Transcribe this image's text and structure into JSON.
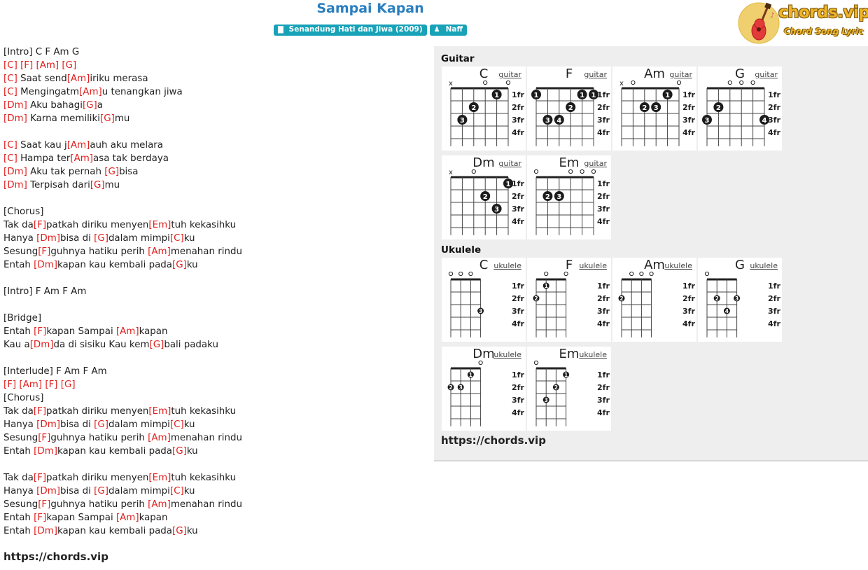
{
  "header": {
    "title": "Sampai Kapan",
    "album_badge": "Senandung Hati dan Jiwa (2009)",
    "artist_badge": "Naff"
  },
  "logo": {
    "text": "chords.vip",
    "subtitle": "Chord Song Lyric"
  },
  "lyrics": [
    "[Intro] C F Am G",
    "{C} {F} {Am} {G}",
    "{C} Saat send{Am}iriku merasa",
    "{C} Mengingatm{Am}u tenangkan jiwa",
    "{Dm} Aku bahagi{G}a",
    "{Dm} Karna memiliki{G}mu",
    "",
    "{C} Saat kau j{Am}auh aku melara",
    "{C} Hampa ter{Am}asa tak berdaya",
    "{Dm} Aku tak pernah {G}bisa",
    "{Dm} Terpisah dari{G}mu",
    "",
    "[Chorus]",
    "Tak da{F}patkah diriku menyen{Em}tuh kekasihku",
    "Hanya {Dm}bisa di {G}dalam mimpi{C}ku",
    "Sesung{F}guhnya hatiku perih {Am}menahan rindu",
    "Entah {Dm}kapan kau kembali pada{G}ku",
    "",
    "[Intro] F Am F Am",
    "",
    "[Bridge]",
    "Entah {F}kapan Sampai {Am}kapan",
    "Kau a{Dm}da di sisiku Kau kem{G}bali padaku",
    "",
    "[Interlude] F Am F Am",
    "{F} {Am} {F} {G}",
    "[Chorus]",
    "Tak da{F}patkah diriku menyen{Em}tuh kekasihku",
    "Hanya {Dm}bisa di {G}dalam mimpi{C}ku",
    "Sesung{F}guhnya hatiku perih {Am}menahan rindu",
    "Entah {Dm}kapan kau kembali pada{G}ku",
    "",
    "Tak da{F}patkah diriku menyen{Em}tuh kekasihku",
    "Hanya {Dm}bisa di {G}dalam mimpi{C}ku",
    "Sesung{F}guhnya hatiku perih {Am}menahan rindu",
    "Entah {F}kapan Sampai {Am}kapan",
    "Entah {Dm}kapan kau kembali pada{G}ku"
  ],
  "footer_url": "https://chords.vip",
  "panel": {
    "guitar_label": "Guitar",
    "ukulele_label": "Ukulele",
    "url": "https://chords.vip",
    "fret_labels": [
      "1fr",
      "2fr",
      "3fr",
      "4fr"
    ]
  },
  "guitar_chords": [
    {
      "name": "C",
      "link": "guitar",
      "markers": [
        "x",
        "",
        "",
        "o",
        "",
        "o"
      ],
      "dots": [
        [
          5,
          1,
          "1"
        ],
        [
          3,
          2,
          "2"
        ],
        [
          2,
          3,
          "3"
        ]
      ],
      "barre": null
    },
    {
      "name": "F",
      "link": "guitar",
      "markers": [
        "",
        "",
        "",
        "",
        "",
        ""
      ],
      "dots": [
        [
          1,
          1,
          "1"
        ],
        [
          5,
          1,
          "1"
        ],
        [
          6,
          1,
          "1"
        ],
        [
          4,
          2,
          "2"
        ],
        [
          2,
          3,
          "3"
        ],
        [
          3,
          3,
          "4"
        ]
      ],
      "barre": [
        1,
        6
      ]
    },
    {
      "name": "Am",
      "link": "guitar",
      "markers": [
        "x",
        "o",
        "",
        "",
        "",
        "o"
      ],
      "dots": [
        [
          5,
          1,
          "1"
        ],
        [
          3,
          2,
          "2"
        ],
        [
          4,
          2,
          "3"
        ]
      ],
      "barre": null
    },
    {
      "name": "G",
      "link": "guitar",
      "markers": [
        "",
        "",
        "o",
        "o",
        "o",
        ""
      ],
      "dots": [
        [
          2,
          2,
          "2"
        ],
        [
          1,
          3,
          "3"
        ],
        [
          6,
          3,
          "4"
        ]
      ],
      "barre": null
    },
    {
      "name": "Dm",
      "link": "guitar",
      "markers": [
        "x",
        "",
        "o",
        "",
        "",
        ""
      ],
      "dots": [
        [
          6,
          1,
          "1"
        ],
        [
          4,
          2,
          "2"
        ],
        [
          5,
          3,
          "3"
        ]
      ],
      "barre": null
    },
    {
      "name": "Em",
      "link": "guitar",
      "markers": [
        "o",
        "",
        "",
        "o",
        "o",
        "o"
      ],
      "dots": [
        [
          2,
          2,
          "2"
        ],
        [
          3,
          2,
          "3"
        ]
      ],
      "barre": null
    }
  ],
  "ukulele_chords": [
    {
      "name": "C",
      "link": "ukulele",
      "markers": [
        "o",
        "o",
        "o",
        ""
      ],
      "dots": [
        [
          4,
          3,
          "3"
        ]
      ]
    },
    {
      "name": "F",
      "link": "ukulele",
      "markers": [
        "",
        "o",
        "",
        "o"
      ],
      "dots": [
        [
          2,
          1,
          "1"
        ],
        [
          1,
          2,
          "2"
        ]
      ]
    },
    {
      "name": "Am",
      "link": "ukulele",
      "markers": [
        "",
        "o",
        "o",
        "o"
      ],
      "dots": [
        [
          1,
          2,
          "2"
        ]
      ]
    },
    {
      "name": "G",
      "link": "ukulele",
      "markers": [
        "o",
        "",
        "",
        ""
      ],
      "dots": [
        [
          2,
          2,
          "2"
        ],
        [
          4,
          2,
          "3"
        ],
        [
          3,
          3,
          "4"
        ]
      ]
    },
    {
      "name": "Dm",
      "link": "ukulele",
      "markers": [
        "",
        "",
        "",
        "o"
      ],
      "dots": [
        [
          3,
          1,
          "1"
        ],
        [
          1,
          2,
          "2"
        ],
        [
          2,
          2,
          "3"
        ]
      ]
    },
    {
      "name": "Em",
      "link": "ukulele",
      "markers": [
        "o",
        "",
        "",
        ""
      ],
      "dots": [
        [
          4,
          1,
          "1"
        ],
        [
          3,
          2,
          "2"
        ],
        [
          2,
          3,
          "3"
        ]
      ]
    }
  ]
}
